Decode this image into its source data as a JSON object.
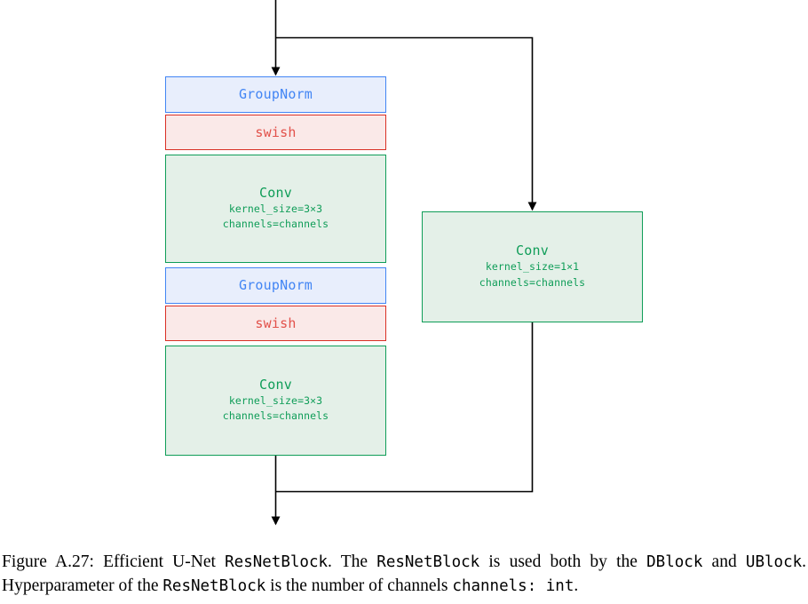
{
  "figure": {
    "nodes": [
      {
        "id": "gn1",
        "kind": "norm",
        "title": "GroupNorm",
        "params": []
      },
      {
        "id": "act1",
        "kind": "act",
        "title": "swish",
        "params": []
      },
      {
        "id": "conv1",
        "kind": "conv",
        "title": "Conv",
        "params": [
          "kernel_size=3×3",
          "channels=channels"
        ]
      },
      {
        "id": "gn2",
        "kind": "norm",
        "title": "GroupNorm",
        "params": []
      },
      {
        "id": "act2",
        "kind": "act",
        "title": "swish",
        "params": []
      },
      {
        "id": "conv2",
        "kind": "conv",
        "title": "Conv",
        "params": [
          "kernel_size=3×3",
          "channels=channels"
        ]
      },
      {
        "id": "conv_skip",
        "kind": "conv",
        "title": "Conv",
        "params": [
          "kernel_size=1×1",
          "channels=channels"
        ]
      }
    ],
    "colors": {
      "norm_border": "#4285f4",
      "norm_fill": "#e8eefc",
      "norm_text": "#4285f4",
      "act_border": "#d93025",
      "act_fill": "#fae9e8",
      "act_text": "#e2514a",
      "conv_border": "#0f9d58",
      "conv_fill": "#e4f0e8",
      "conv_text": "#0f9d58",
      "wire": "#000000"
    }
  },
  "caption": {
    "label": "Figure A.27:",
    "seg1": " Efficient U-Net ",
    "code1": "ResNetBlock",
    "seg2": ". The ",
    "code2": "ResNetBlock",
    "seg3": " is used both by the ",
    "code3": "DBlock",
    "seg4": " and ",
    "code4": "UBlock",
    "seg5": ". Hyperparameter of the ",
    "code5": "ResNetBlock",
    "seg6": " is the number of channels ",
    "code6": "channels: int",
    "seg7": "."
  }
}
